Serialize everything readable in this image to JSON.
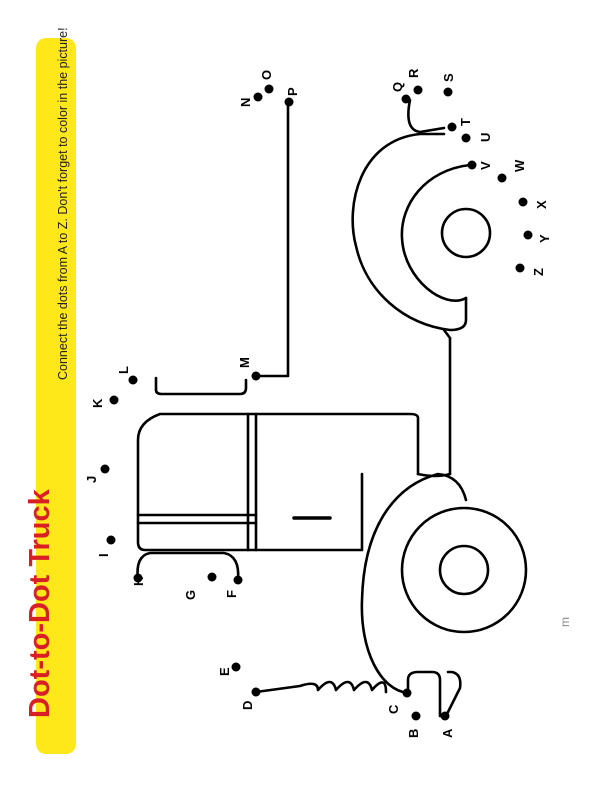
{
  "title": "Dot-to-Dot Truck",
  "instructions": "Connect the dots from A to Z. Don't forget to color in the picture!",
  "page_mark": "m",
  "colors": {
    "banner": "#ffe81a",
    "title": "#d81f26",
    "ink": "#000000"
  },
  "dot_labels": [
    "A",
    "B",
    "C",
    "D",
    "E",
    "F",
    "G",
    "H",
    "I",
    "J",
    "K",
    "L",
    "M",
    "N",
    "O",
    "P",
    "Q",
    "R",
    "S",
    "T",
    "U",
    "V",
    "W",
    "X",
    "Y",
    "Z"
  ]
}
